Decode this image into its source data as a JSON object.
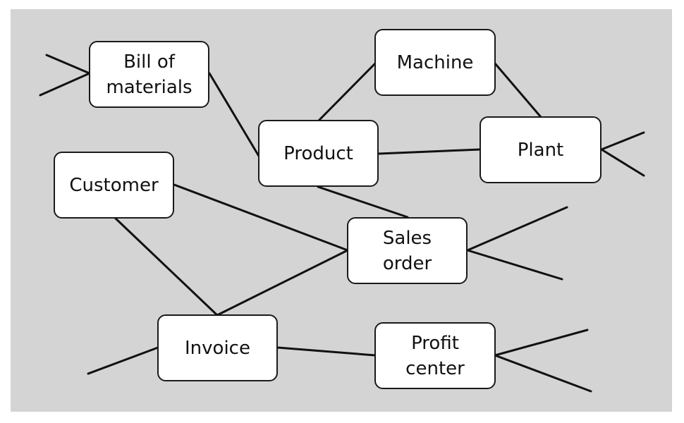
{
  "diagram": {
    "nodes": {
      "bill_of_materials": "Bill of\nmaterials",
      "machine": "Machine",
      "product": "Product",
      "plant": "Plant",
      "customer": "Customer",
      "sales_order": "Sales\norder",
      "invoice": "Invoice",
      "profit_center": "Profit\ncenter"
    },
    "relationships": [
      {
        "from": "Bill of materials",
        "to": "Product"
      },
      {
        "from": "Product",
        "to": "Machine"
      },
      {
        "from": "Machine",
        "to": "Plant"
      },
      {
        "from": "Product",
        "to": "Plant"
      },
      {
        "from": "Product",
        "to": "Sales order"
      },
      {
        "from": "Customer",
        "to": "Sales order"
      },
      {
        "from": "Customer",
        "to": "Invoice"
      },
      {
        "from": "Invoice",
        "to": "Sales order"
      },
      {
        "from": "Invoice",
        "to": "Profit center"
      }
    ]
  }
}
